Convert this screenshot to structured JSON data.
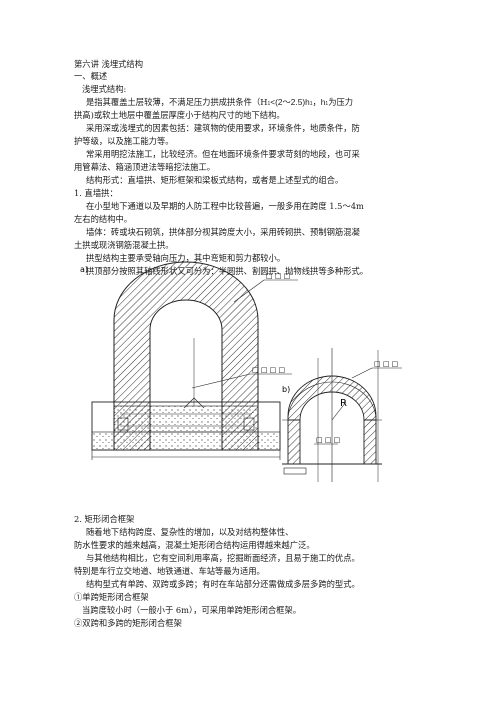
{
  "doc": {
    "title": "第六讲  浅埋式结构",
    "s1": "一、概述",
    "def_label": "浅埋式结构:",
    "def_1": "是指其覆盖土层较薄，不满足压力拱成拱条件（H",
    "def_1b": "<(2～2.5)h",
    "def_1c": "，h",
    "def_1d": "为压力",
    "def_2": "拱高)或软土地层中覆盖层厚度小于结构尺寸的地下结构。",
    "p1_1": "采用深或浅埋式的因素包括：建筑物的使用要求，环境条件，地质条件，防",
    "p1_2": "护等级，以及施工能力等。",
    "p2_1": "常采用明挖法施工，比较经济。但在地面环境条件要求苛刻的地段，也可采",
    "p2_2": "用管幕法、箱涵顶进法等暗挖法施工。",
    "p3": "结构形式：直墙拱、矩形框架和梁板式结构，或者是上述型式的组合。",
    "h1": "1.  直墙拱：",
    "p4_1": "在小型地下通道以及早期的人防工程中比较普遍，一般多用在跨度 1.5～4m",
    "p4_2": "左右的结构中。",
    "p5_1": "墙体：砖或块石砌筑，拱体部分视其跨度大小，采用砖砌拱、预制钢筋混凝",
    "p5_2": "土拱或现浇钢筋混凝土拱。",
    "p6": "拱型结构主要承受轴向压力，其中弯矩和剪力都较小。",
    "p7": "拱顶部分按照其轴线形状又可分为：半圆拱、割圆拱、抛物线拱等多种形式。",
    "h2": "2.  矩形闭合框架",
    "p8_1": "随着地下结构跨度、复杂性的增加，以及对结构整体性、",
    "p8_2": "防水性要求的越来越高，混凝土矩形闭合结构运用得越来越广泛。",
    "p9_1": "与其他结构相比，它有空间利用率高，挖掘断面经济，且易于施工的优点。",
    "p9_2": "特别是车行立交地道、地铁通道、车站等最为适用。",
    "p10": "结构型式有单跨、双跨或多跨；有时在车站部分还需做成多层多跨的型式。",
    "li1": "①单跨矩形闭合框架",
    "p11": "当跨度较小时（一般小于 6m），可采用单跨矩形闭合框架。",
    "li2": "②双跨和多跨的矩形闭合框架"
  },
  "figure": {
    "label_a": "a)",
    "label_b": "b)",
    "label_R": "R",
    "tag_a1": "□ □ □",
    "tag_a2": "□ □ □ □",
    "tag_b1": "□ □ □",
    "tag_b2": "□ □ □"
  }
}
